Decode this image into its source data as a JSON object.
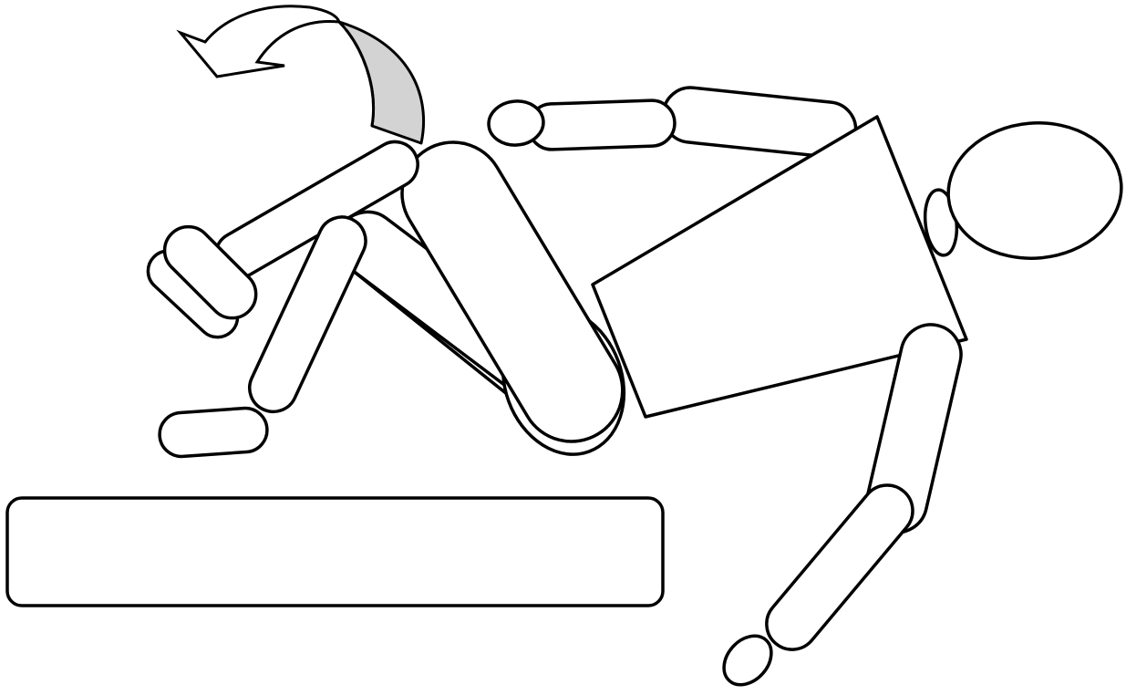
{
  "colors": {
    "background": "#ffffff",
    "outline": "#000000",
    "fill": "#ffffff",
    "arrow_shade": "#d3d3d3"
  },
  "figure": {
    "parts": [
      "head",
      "ear",
      "torso",
      "upper-arm-top",
      "forearm-top",
      "hand-top",
      "upper-arm-bottom",
      "forearm-bottom",
      "hand-bottom",
      "hip",
      "thigh-near",
      "shin-near",
      "foot-near",
      "thigh-far",
      "shin-far",
      "foot-far"
    ]
  },
  "icons": {
    "rotation": "curved-arrow-icon"
  },
  "objects": {
    "platform": "rectangular-block"
  }
}
